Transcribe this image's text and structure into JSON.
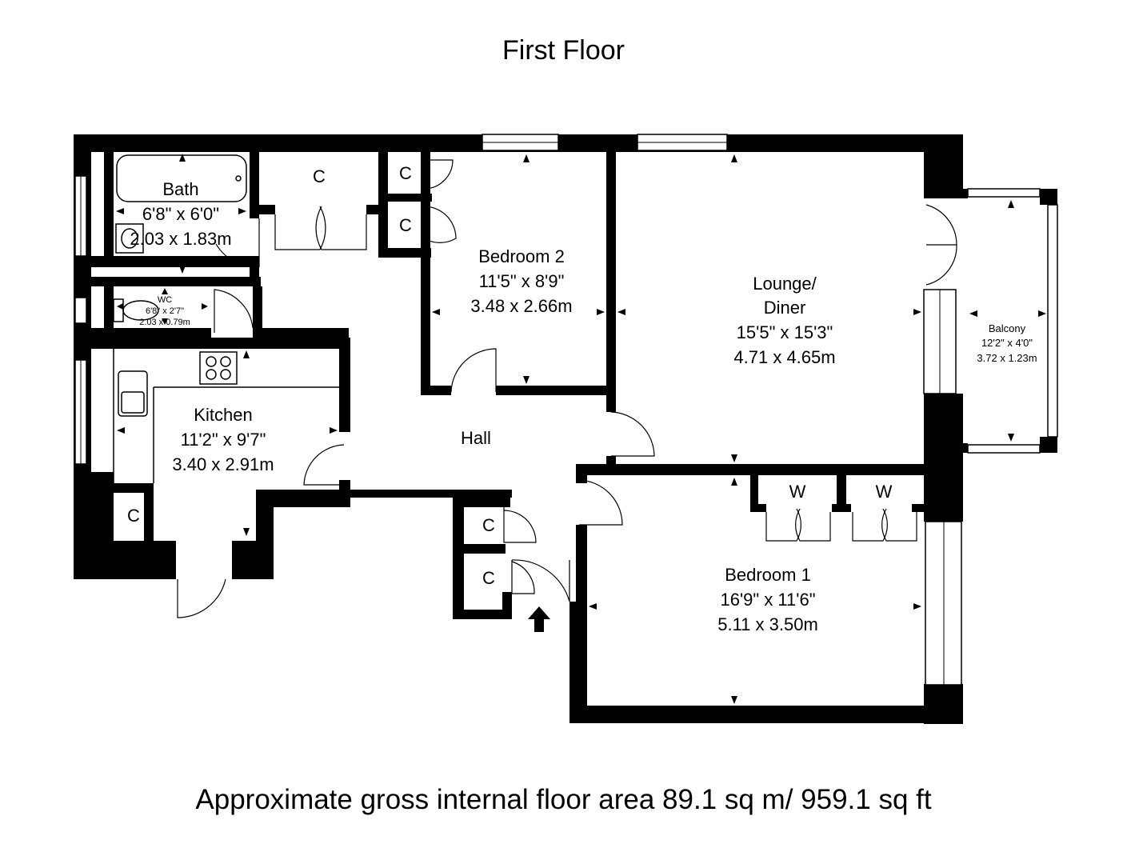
{
  "title": "First Floor",
  "footer": "Approximate gross internal floor area 89.1 sq m/ 959.1 sq ft",
  "rooms": {
    "bath": {
      "name": "Bath",
      "imperial": "6'8\" x 6'0\"",
      "metric": "2.03 x 1.83m"
    },
    "wc": {
      "name": "WC",
      "imperial": "6'8\" x 2'7\"",
      "metric": "2.03 x 0.79m"
    },
    "kitchen": {
      "name": "Kitchen",
      "imperial": "11'2\" x 9'7\"",
      "metric": "3.40 x 2.91m"
    },
    "hall": {
      "name": "Hall"
    },
    "bedroom2": {
      "name": "Bedroom 2",
      "imperial": "11'5\" x 8'9\"",
      "metric": "3.48 x 2.66m"
    },
    "lounge": {
      "name_line1": "Lounge/",
      "name_line2": "Diner",
      "imperial": "15'5\" x 15'3\"",
      "metric": "4.71 x 4.65m"
    },
    "bedroom1": {
      "name": "Bedroom 1",
      "imperial": "16'9\" x 11'6\"",
      "metric": "5.11 x 3.50m"
    },
    "balcony": {
      "name": "Balcony",
      "imperial": "12'2\" x 4'0\"",
      "metric": "3.72 x 1.23m"
    }
  },
  "cupboards": {
    "cupboard_label": "C",
    "wardrobe_label": "W"
  }
}
